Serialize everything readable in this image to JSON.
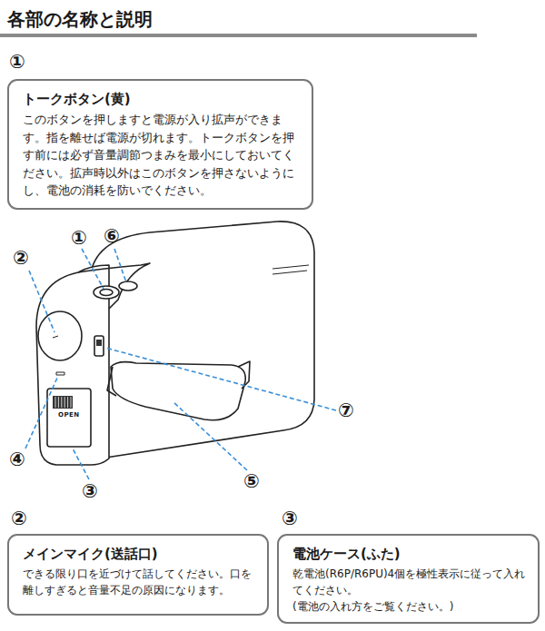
{
  "diagram": {
    "title": "各部の名称と説明",
    "nodes": [
      {
        "text": [
          "トークボタン(黄)",
          "このボタンを押しますと電源が入り拡声ができます。指を離せば電源が切れます。トークボタンを押す前には必ず音量調節つまみを最小にしておいてください。拡声時以外はこのボタンを押さないようにし、電池の消耗を防いでください。"
        ]
      },
      {
        "text": [
          "メインマイク(送話口)",
          "できる限り口を近づけて話してください。口を離しすぎると音量不足の原因になります。"
        ]
      },
      {
        "text": [
          "電池ケース(ふた)",
          "乾電池(R6P/R6PU)4個を極性表示に従って入れてください。",
          "(電池の入れ方をご覧ください。)"
        ]
      }
    ],
    "labels": [
      "①",
      "②",
      "①",
      "⑥",
      "⑦",
      "④",
      "⑤",
      "③",
      "OPEN",
      "②",
      "③"
    ]
  }
}
